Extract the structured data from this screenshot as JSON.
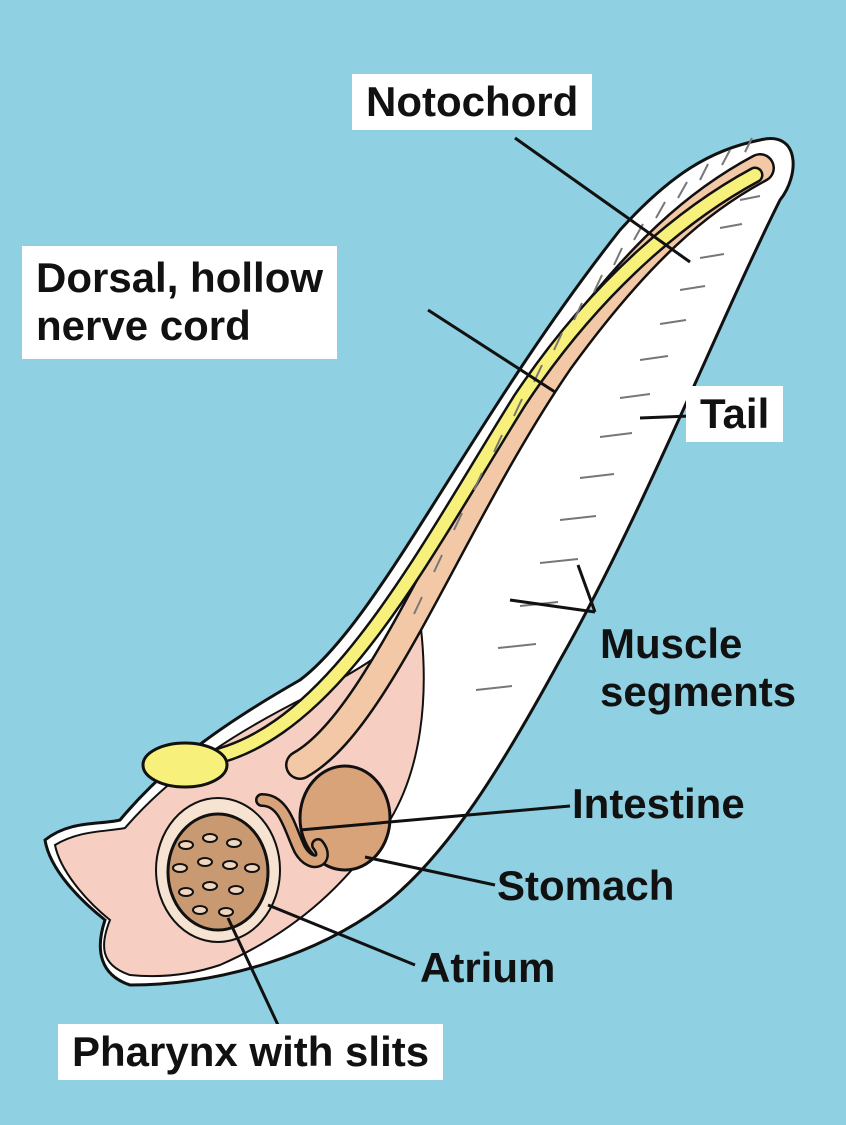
{
  "labels": {
    "notochord": "Notochord",
    "nerve_cord_line1": "Dorsal, hollow",
    "nerve_cord_line2": "nerve cord",
    "tail": "Tail",
    "muscle_line1": "Muscle",
    "muscle_line2": "segments",
    "intestine": "Intestine",
    "stomach": "Stomach",
    "atrium": "Atrium",
    "pharynx": "Pharynx with slits"
  },
  "colors": {
    "background": "#8fd0e2",
    "body_outline": "#ffffff",
    "body_tissue": "#f6cfc2",
    "nerve_cord": "#f7f07a",
    "notochord": "#f3c8a6",
    "stomach": "#d9a37a",
    "pharynx": "#c99a72"
  }
}
